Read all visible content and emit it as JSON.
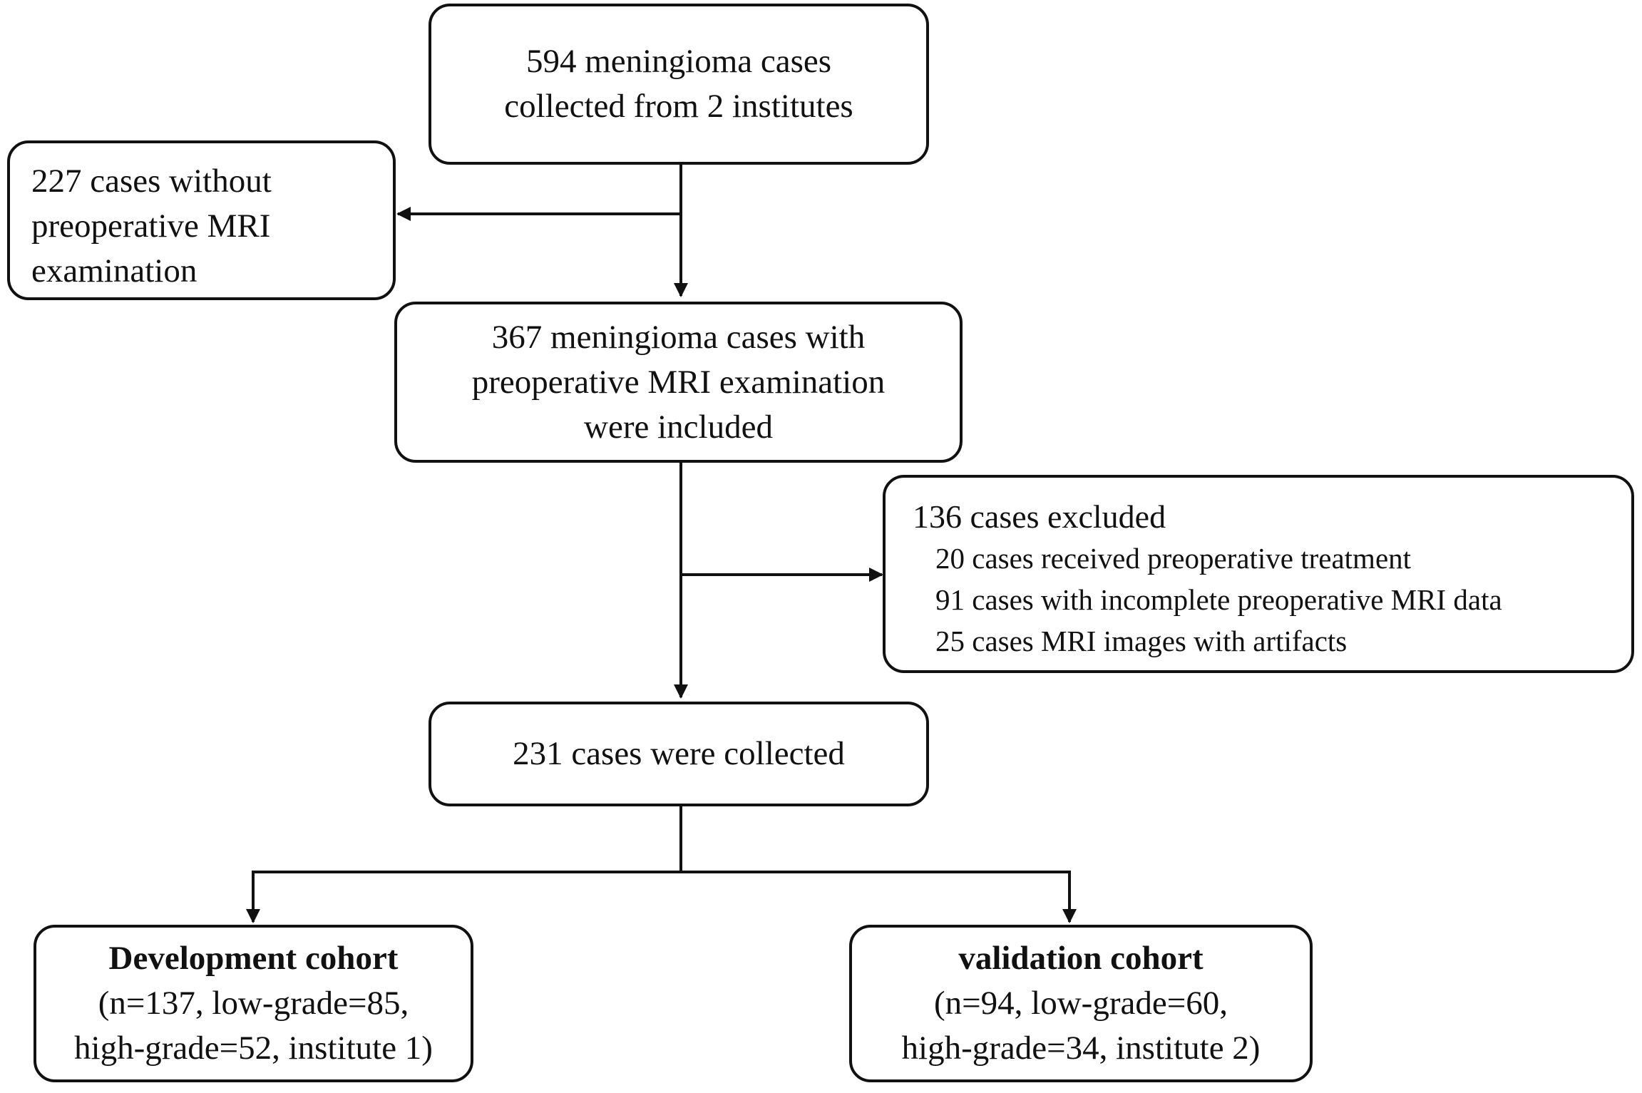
{
  "diagram": {
    "colors": {
      "stroke": "#111111",
      "background": "#ffffff",
      "text": "#111111"
    },
    "boxes": {
      "start": {
        "lines": [
          "594 meningioma cases",
          "collected from 2 institutes"
        ]
      },
      "excluded_no_mri": {
        "lines": [
          "227 cases without",
          "preoperative MRI",
          "examination"
        ]
      },
      "included": {
        "lines": [
          "367 meningioma cases with",
          "preoperative MRI examination",
          "were included"
        ]
      },
      "excluded_136": {
        "title": "136 cases excluded",
        "items": [
          "20 cases received preoperative treatment",
          "91 cases with incomplete preoperative MRI data",
          "25 cases MRI images with artifacts"
        ]
      },
      "collected": {
        "lines": [
          "231 cases were collected"
        ]
      },
      "development": {
        "title": "Development cohort",
        "lines": [
          "(n=137, low-grade=85,",
          "high-grade=52, institute 1)"
        ]
      },
      "validation": {
        "title": "validation cohort",
        "lines": [
          "(n=94, low-grade=60,",
          "high-grade=34, institute 2)"
        ]
      }
    }
  }
}
